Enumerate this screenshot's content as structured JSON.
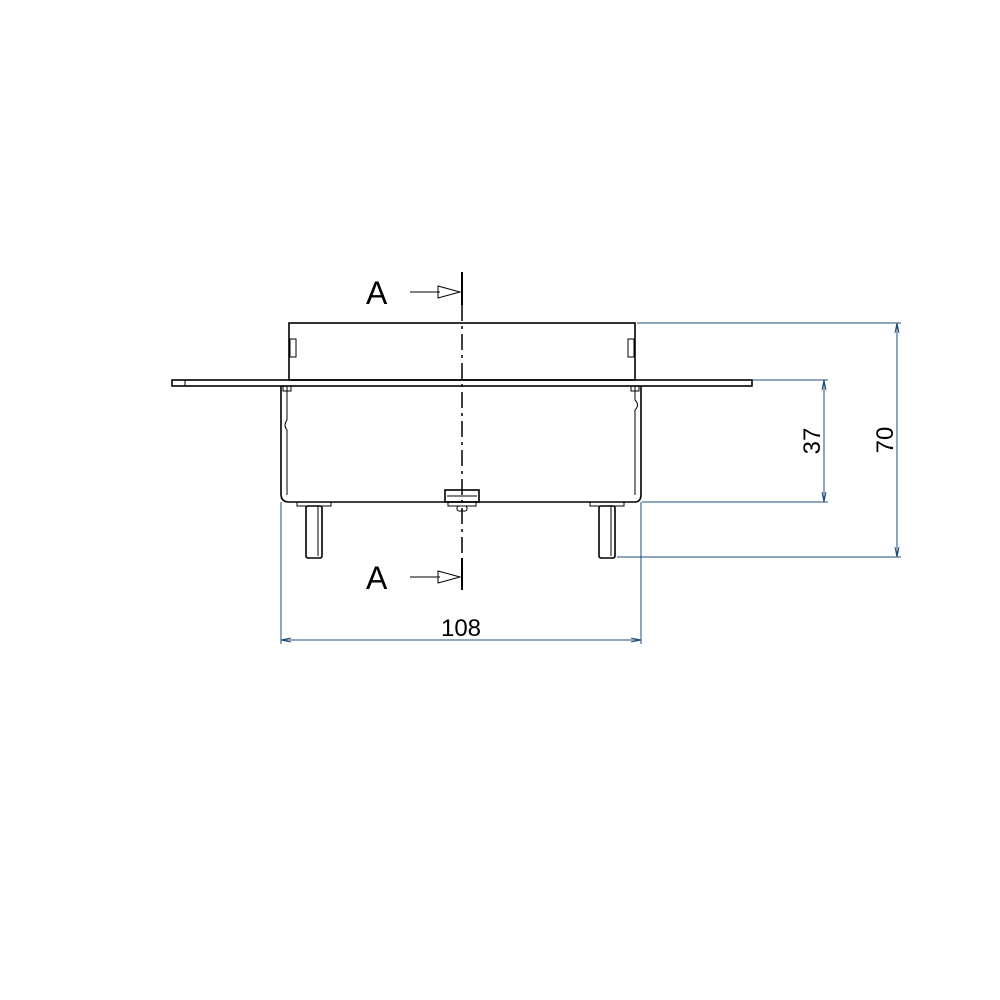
{
  "drawing": {
    "section_label_top": "A",
    "section_label_bottom": "A",
    "dimensions": {
      "total_height": "70",
      "body_depth": "37",
      "body_width": "108"
    },
    "colors": {
      "part": "#000000",
      "dimension": "#1f4e79"
    }
  }
}
